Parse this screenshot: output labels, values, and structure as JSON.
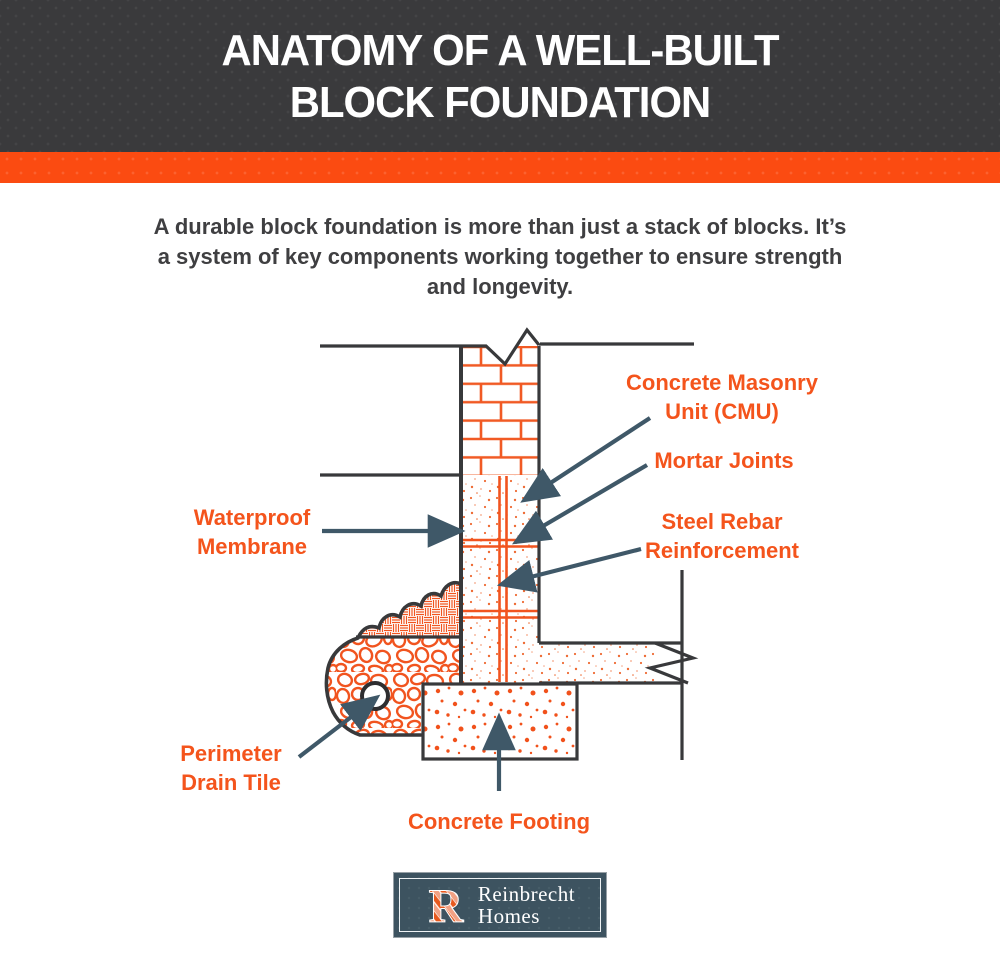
{
  "header": {
    "title_lines": [
      "ANATOMY OF A WELL-BUILT",
      "BLOCK FOUNDATION"
    ]
  },
  "intro": {
    "lines": [
      "A durable block foundation is more than just a stack of blocks. It’s",
      "a system of key components working together to ensure strength",
      "and longevity."
    ]
  },
  "diagram": {
    "labels": {
      "cmu": {
        "lines": [
          "Concrete Masonry",
          "Unit (CMU)"
        ]
      },
      "mortar_joints": {
        "lines": [
          "Mortar Joints"
        ]
      },
      "steel_rebar": {
        "lines": [
          "Steel Rebar",
          "Reinforcement"
        ]
      },
      "waterproof_membrane": {
        "lines": [
          "Waterproof",
          "Membrane"
        ]
      },
      "perimeter_drain": {
        "lines": [
          "Perimeter",
          "Drain Tile"
        ]
      },
      "concrete_footing": {
        "lines": [
          "Concrete Footing"
        ]
      }
    }
  },
  "footer": {
    "logo": {
      "monogram": "R",
      "name_lines": [
        "Reinbrecht",
        "Homes"
      ]
    }
  },
  "colors": {
    "header_dark": "#3a3a3c",
    "accent_orange": "#fb4b11",
    "label_orange": "#f4541c",
    "diagram_orange": "#f1541f",
    "arrow_slate": "#3f5868",
    "outline_dark": "#38393b",
    "logo_background": "#3d5360"
  }
}
